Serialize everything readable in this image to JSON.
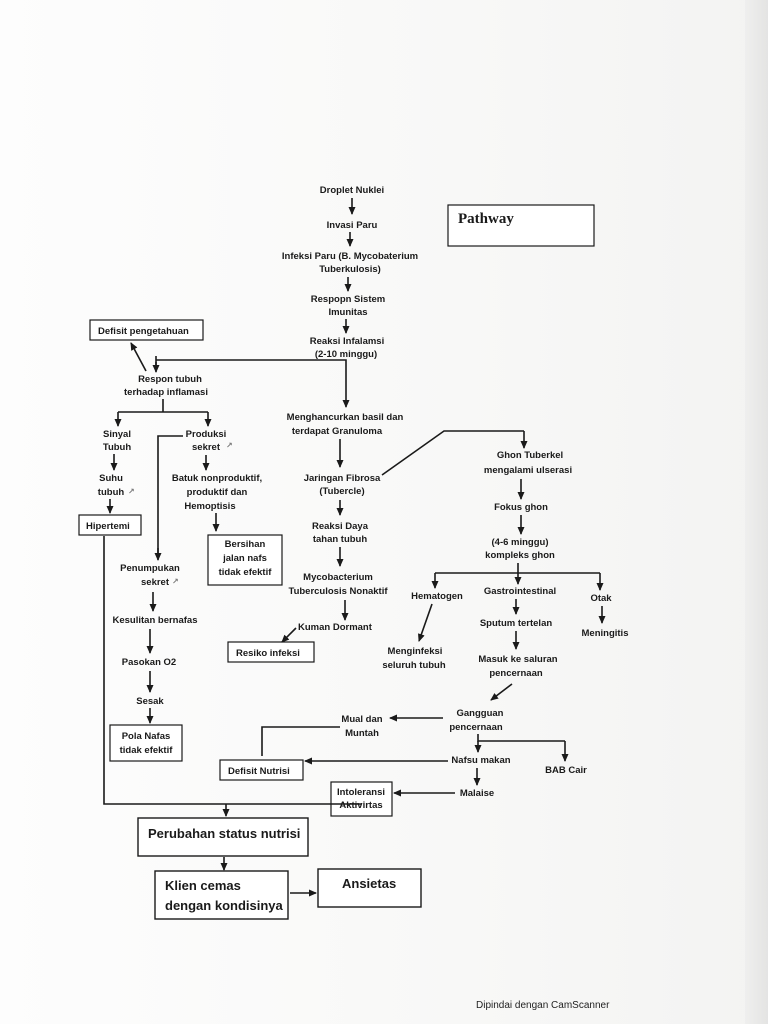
{
  "diagram_title": "Pathway",
  "nodes": {
    "droplet": "Droplet Nuklei",
    "invasi": "Invasi Paru",
    "infeksi_1": "Infeksi Paru (B. Mycobaterium",
    "infeksi_2": "Tuberkulosis)",
    "respon_imun_1": "Respopn Sistem",
    "respon_imun_2": "Imunitas",
    "reaksi_1": "Reaksi Infalamsi",
    "reaksi_2": "(2-10 minggu)",
    "defisit_pengetahuan": "Defisit pengetahuan",
    "respon_tubuh_1": "Respon tubuh",
    "respon_tubuh_2": "terhadap inflamasi",
    "menghancurkan_1": "Menghancurkan basil dan",
    "menghancurkan_2": "terdapat Granuloma",
    "sinyal_1": "Sinyal",
    "sinyal_2": "Tubuh",
    "suhu_1": "Suhu",
    "suhu_2": "tubuh",
    "hipertemi": "Hipertemi",
    "produksi_1": "Produksi",
    "produksi_2": "sekret",
    "batuk_1": "Batuk nonproduktif,",
    "batuk_2": "produktif dan",
    "batuk_3": "Hemoptisis",
    "bersihan_1": "Bersihan",
    "bersihan_2": "jalan nafs",
    "bersihan_3": "tidak efektif",
    "jaringan_1": "Jaringan Fibrosa",
    "jaringan_2": "(Tubercle)",
    "reaksi_daya_1": "Reaksi Daya",
    "reaksi_daya_2": "tahan tubuh",
    "myco_1": "Mycobacterium",
    "myco_2": "Tuberculosis Nonaktif",
    "kuman": "Kuman Dormant",
    "resiko": "Resiko infeksi",
    "ghon_1": "Ghon Tuberkel",
    "ghon_2": "mengalami ulserasi",
    "fokus": "Fokus ghon",
    "minggu_1": "(4-6 minggu)",
    "minggu_2": "kompleks ghon",
    "hematogen": "Hematogen",
    "gastro": "Gastrointestinal",
    "otak": "Otak",
    "menginfeksi_1": "Menginfeksi",
    "menginfeksi_2": "seluruh tubuh",
    "sputum": "Sputum tertelan",
    "meningitis": "Meningitis",
    "masuk_1": "Masuk ke saluran",
    "masuk_2": "pencernaan",
    "penumpukan_1": "Penumpukan",
    "penumpukan_2": "sekret",
    "kesulitan": "Kesulitan bernafas",
    "pasokan": "Pasokan O2",
    "sesak": "Sesak",
    "pola_1": "Pola Nafas",
    "pola_2": "tidak efektif",
    "gangguan_1": "Gangguan",
    "gangguan_2": "pencernaan",
    "mual_1": "Mual dan",
    "mual_2": "Muntah",
    "nafsu": "Nafsu makan",
    "bab": "BAB Cair",
    "defisit_nutrisi": "Defisit Nutrisi",
    "intoleransi_1": "Intoleransi",
    "intoleransi_2": "Aktivirtas",
    "malaise": "Malaise",
    "perubahan": "Perubahan status  nutrisi",
    "klien_1": "Klien cemas",
    "klien_2": "dengan kondisinya",
    "ansietas": "Ansietas"
  },
  "footer": "Dipindai dengan CamScanner"
}
